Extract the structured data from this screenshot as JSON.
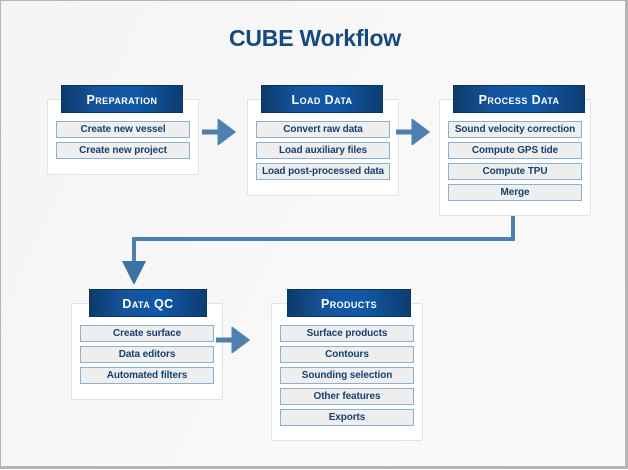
{
  "title": "CUBE Workflow",
  "colors": {
    "title_navy": "#164a7d",
    "header_blue_dark": "#0d3a6b",
    "header_blue_light": "#1059a8",
    "item_text": "#16406e",
    "item_fill": "#eeeeee",
    "item_border": "#8fb0cc",
    "connector_blue": "#4d80ae",
    "card_background": "#ffffff",
    "page_background": "#f7f7f7",
    "frame_border": "#b4b4b4"
  },
  "groups": [
    {
      "id": "preparation",
      "header": "Preparation",
      "items": [
        "Create new vessel",
        "Create new project"
      ]
    },
    {
      "id": "load-data",
      "header": "Load Data",
      "items": [
        "Convert raw data",
        "Load auxiliary files",
        "Load post-processed data"
      ]
    },
    {
      "id": "process-data",
      "header": "Process Data",
      "items": [
        "Sound velocity correction",
        "Compute GPS tide",
        "Compute TPU",
        "Merge"
      ]
    },
    {
      "id": "data-qc",
      "header": "Data QC",
      "items": [
        "Create surface",
        "Data editors",
        "Automated filters"
      ]
    },
    {
      "id": "products",
      "header": "Products",
      "items": [
        "Surface products",
        "Contours",
        "Sounding selection",
        "Other features",
        "Exports"
      ]
    }
  ],
  "connectors": [
    {
      "id": "preparation-to-load-data",
      "icon": "arrow-right-icon"
    },
    {
      "id": "load-data-to-process-data",
      "icon": "arrow-right-icon"
    },
    {
      "id": "process-data-to-data-qc",
      "icon": "elbow-arrow-down-icon"
    },
    {
      "id": "data-qc-to-products",
      "icon": "arrow-right-icon"
    }
  ]
}
